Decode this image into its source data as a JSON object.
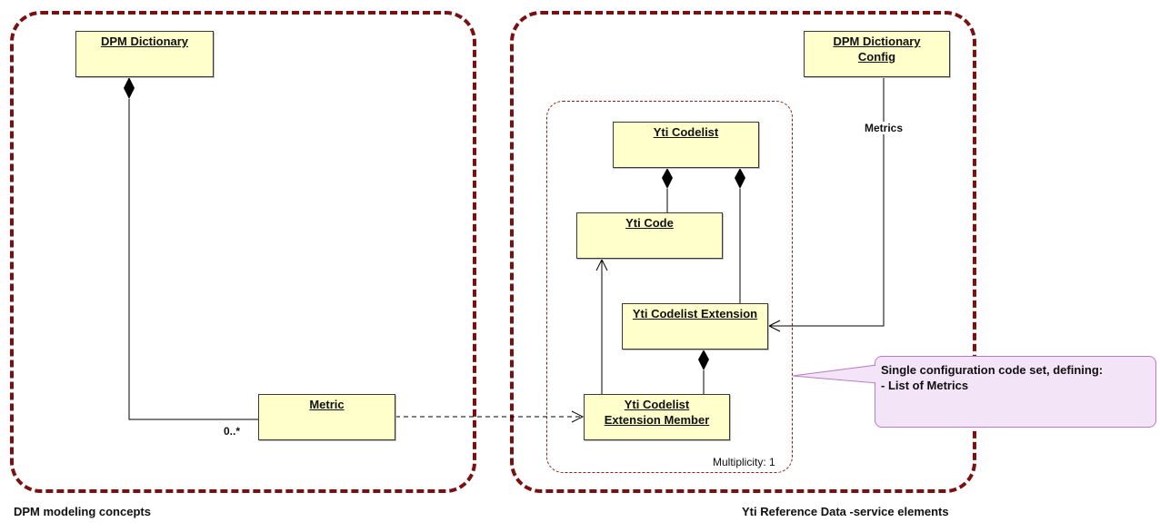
{
  "regions": {
    "dpm_label": "DPM modeling concepts",
    "yti_label": "Yti Reference Data -service elements",
    "codeset_multiplicity": "Multiplicity: 1"
  },
  "classes": {
    "dpm_dictionary": "DPM Dictionary",
    "metric": "Metric",
    "dpm_dictionary_config_line1": "DPM Dictionary",
    "dpm_dictionary_config_line2": "Config",
    "yti_codelist": "Yti Codelist",
    "yti_code": "Yti Code",
    "yti_codelist_extension": "Yti Codelist Extension",
    "yti_codelist_extension_member_line1": "Yti Codelist",
    "yti_codelist_extension_member_line2": "Extension Member"
  },
  "relations": {
    "metric_multiplicity": "0..*",
    "config_role": "Metrics"
  },
  "note": {
    "line1": "Single configuration code set, defining:",
    "line2": "- List of Metrics"
  },
  "colors": {
    "region_border": "#7a1010",
    "class_fill": "#ffffcc",
    "note_fill": "#f4e4f8",
    "note_border": "#b87cc4"
  }
}
